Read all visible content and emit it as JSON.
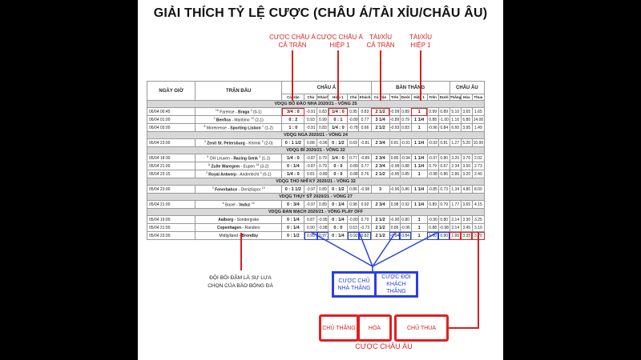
{
  "title": "GIẢI THÍCH TỶ LỆ CƯỢC (CHÂU Á/TÀI XỈU/CHÂU ÂU)",
  "top_labels": [
    "CƯỢC CHÂU Á\nCẢ TRẬN",
    "CƯỢC CHÂU Á\nHIỆP 1",
    "TÀI/XỈU\nCẢ TRẬN",
    "TÀI/XỈU\nHIỆP 1"
  ],
  "headers": {
    "date": "NGÀY GIỜ",
    "match": "TRẬN ĐẤU",
    "asian": "CHÂU Á",
    "goals": "BÀN THẮNG",
    "euro": "CHÂU ÂU",
    "sub": [
      "Cả trận",
      "Chủ",
      "Khách",
      "Hiệp 1",
      "Chủ",
      "Khách",
      "Cả trận",
      "Trên",
      "Dưới",
      "Hiệp 1",
      "Trên",
      "Dưới",
      "Thắng",
      "Hòa",
      "Thua"
    ]
  },
  "leagues": [
    {
      "name": "VDQG BỒ ĐÀO NHA 2020/21 - VÒNG 25",
      "rows": [
        {
          "date": "06/04 00:45",
          "hr": "16",
          "home": "Farense",
          "away": "Braga",
          "ar": "4",
          "score": "(0-1)",
          "bold": "away",
          "odds": [
            "3/4 : 0",
            "-0.91",
            "0.83",
            "1/4 : 0",
            "0.95",
            "0.83",
            "2 1/2",
            "-0.99",
            "0.89",
            "1",
            "0.99",
            "0.89",
            "5.10",
            "3.65",
            "1.65"
          ]
        },
        {
          "date": "06/04 01:00",
          "hr": "3",
          "home": "Benfica",
          "away": "Maritimo",
          "ar": "13",
          "score": "(2-1)",
          "bold": "home",
          "odds": [
            "0 : 2",
            "0.93",
            "0.99",
            "0 : 1",
            "-0.89",
            "0.77",
            "3 1/4",
            "-0.89",
            "0.79",
            "1 1/4",
            "0.88",
            "-1.00",
            "1.16",
            "6.80",
            "14.00"
          ]
        },
        {
          "date": "06/04 03:00",
          "hr": "8",
          "home": "Moreirense",
          "away": "Sporting Lisbon",
          "ar": "1",
          "score": "(1-2)",
          "bold": "away",
          "odds": [
            "1 : 0",
            "-0.91",
            "0.83",
            "1/4 : 0",
            "-0.78",
            "0.66",
            "2 1/2",
            "-0.93",
            "0.83",
            "1",
            "-0.96",
            "0.84",
            "6.60",
            "3.95",
            "1.49"
          ]
        }
      ]
    },
    {
      "name": "VDQG NGA 2020/21 - VÒNG 24",
      "rows": [
        {
          "date": "05/04 23:00",
          "hr": "3",
          "home": "Zenit St. Petersburg",
          "away": "Khimki",
          "ar": "9",
          "score": "(2-0)",
          "bold": "home",
          "odds": [
            "0 : 1 1/2",
            "0.88",
            "-0.96",
            "0 : 1/2",
            "0.69",
            "-0.81",
            "2 3/4",
            "0.81",
            "-0.91",
            "1 1/4",
            "-0.93",
            "0.81",
            "1.27",
            "5.20",
            "10.00"
          ]
        }
      ]
    },
    {
      "name": "VDQG BỈ 2020/21 - VÒNG 32",
      "rows": [
        {
          "date": "05/04 18:30",
          "hr": "9",
          "home": "OH Leuven",
          "away": "Racing Genk",
          "ar": "3",
          "score": "(1-1)",
          "bold": "away",
          "odds": [
            "1/4 : 0",
            "-0.87",
            "0.79",
            "1/4 : 0",
            "0.77",
            "-0.89",
            "2 3/4",
            "0.86",
            "-0.94",
            "1 1/4",
            "-0.97",
            "0.80",
            "3.20",
            "3.70",
            "2.02"
          ]
        },
        {
          "date": "05/04 21:00",
          "hr": "8",
          "home": "Zulte Waregem",
          "away": "Eupen",
          "ar": "15",
          "score": "(3-2)",
          "bold": "home",
          "odds": [
            "0 : 1/4",
            "-0.87",
            "0.79",
            "0 : 0",
            "-0.89",
            "0.77",
            "2 3/4",
            "-0.98",
            "0.88",
            "1 1/4",
            "0.79",
            "0.67",
            "2.34",
            "3.50",
            "2.73"
          ]
        },
        {
          "date": "05/04 23:15",
          "hr": "2",
          "home": "Royal Antwerp",
          "away": "Anderlecht",
          "ar": "4",
          "score": "(0-1)",
          "bold": "home",
          "odds": [
            "1/4 : 0",
            "0.81",
            "-0.89",
            "0 : 0",
            "-0.88",
            "0.76",
            "2 1/2",
            "-0.95",
            "0.85",
            "1",
            "-0.98",
            "0.86",
            "2.86",
            "3.20",
            "2.40"
          ]
        }
      ]
    },
    {
      "name": "VDQG THỔ NHĨ KỲ 2020/21 - VÒNG 32",
      "rows": [
        {
          "date": "05/04 23:00",
          "hr": "3",
          "home": "Fenerbahce",
          "away": "Denizlispor",
          "ar": "19",
          "score": "",
          "bold": "home",
          "odds": [
            "0 : 1 1/2",
            "-0.97",
            "0.89",
            "0 : 1/2",
            "0.86",
            "-0.98",
            "3",
            "-0.96",
            "0.86",
            "1 1/4",
            "-0.85",
            "0.73",
            "1.34",
            "4.80",
            "8.00"
          ]
        }
      ]
    },
    {
      "name": "VDQG THỤY SỸ 2020/21 - VÒNG 27",
      "rows": [
        {
          "date": "05/04 21:00",
          "hr": "6",
          "home": "Basel",
          "away": "Vaduz",
          "ar": "10",
          "score": "",
          "bold": "away",
          "odds": [
            "0 : 3/4",
            "-0.97",
            "0.89",
            "0 : 1/4",
            "0.98",
            "0.92",
            "2 3/4",
            "0.98",
            "0.92",
            "1 1/4",
            "0.89",
            "0.79",
            "1.77",
            "3.65",
            "4.15"
          ]
        }
      ]
    },
    {
      "name": "VDQG ĐAN MẠCH 2020/21 - VÒNG PLAY OFF",
      "rows": [
        {
          "date": "05/04 19:00",
          "hr": "",
          "home": "Aalborg",
          "away": "Sonderjyske",
          "ar": "",
          "score": "",
          "bold": "home",
          "odds": [
            "0 : 1/4",
            "0.87",
            "-0.95",
            "0 : 1/4",
            "-0.80",
            "0.70",
            "2 1/2",
            "-0.90",
            "0.80",
            "1",
            "-0.90",
            "0.80",
            "2.14",
            "3.30",
            "3.25"
          ]
        },
        {
          "date": "05/04 21:00",
          "hr": "",
          "home": "Copenhagen",
          "away": "Randers",
          "ar": "",
          "score": "",
          "bold": "home",
          "odds": [
            "0 : 1/4",
            "0.90",
            "-0.98",
            "0 : 0",
            "0.63",
            "-0.73",
            "2 1/2",
            "0.86",
            "-0.96",
            "1",
            "0.88",
            "-0.98",
            "2.14",
            "3.45",
            "3.10"
          ]
        },
        {
          "date": "05/04 23:00",
          "hr": "",
          "home": "Midtjylland",
          "away": "Brondby",
          "ar": "",
          "score": "",
          "bold": "away",
          "odds": [
            "0 : 1/2",
            "0.95",
            "0.97",
            "0 : 1/4",
            "-0.92",
            "0.82",
            "2 1/2",
            "-0.94",
            "0.84",
            "1",
            "1.00",
            "0.90",
            "1.95",
            "3.35",
            "3.70"
          ]
        }
      ]
    }
  ],
  "note": "ĐỘI BÔI ĐẬM LÀ SỰ LỰA CHỌN CỦA BÁO BÓNG ĐÁ",
  "blue_buttons": [
    "CƯỢC CHỦ NHÀ THẮNG",
    "CƯỢC ĐỘI KHÁCH THẮNG"
  ],
  "red_buttons": [
    "CHỦ THẮNG",
    "HÒA",
    "CHỦ THUA"
  ],
  "euro_label": "CƯỢC CHÂU ÂU",
  "colors": {
    "red": "#e02020",
    "blue": "#2a3fe0",
    "league_bg": "#d8d8d8"
  }
}
